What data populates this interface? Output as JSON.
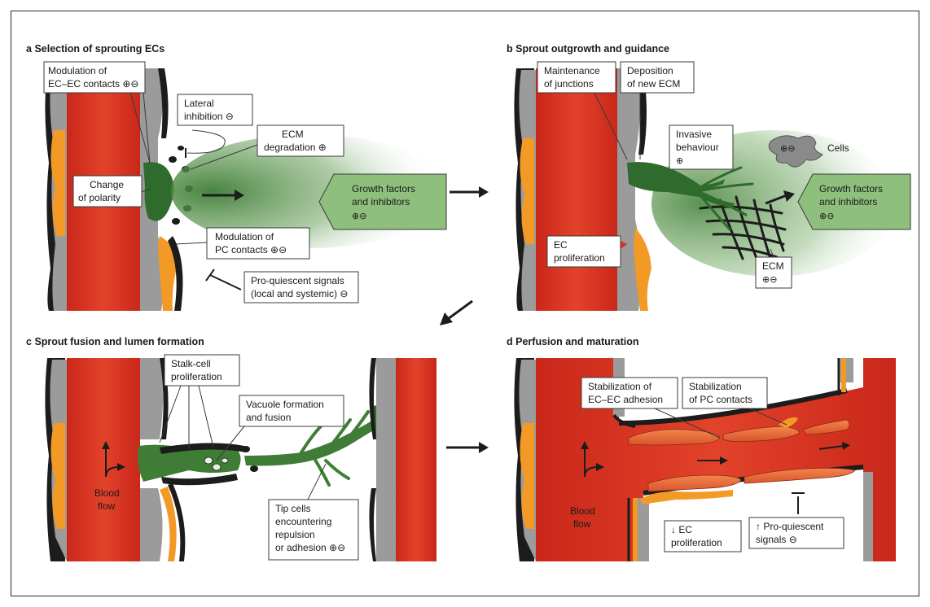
{
  "panels": {
    "a": {
      "letter": "a",
      "title": "Selection of sprouting ECs"
    },
    "b": {
      "letter": "b",
      "title": "Sprout outgrowth and guidance"
    },
    "c": {
      "letter": "c",
      "title": "Sprout fusion and lumen formation"
    },
    "d": {
      "letter": "d",
      "title": "Perfusion and maturation"
    }
  },
  "labels": {
    "a_ecec_1": "Modulation of",
    "a_ecec_2": "EC–EC contacts ⊕⊖",
    "a_lateral_1": "Lateral",
    "a_lateral_2": "inhibition ⊖",
    "a_ecm_1": "ECM",
    "a_ecm_2": "degradation ⊕",
    "a_polarity_1": "Change",
    "a_polarity_2": "of polarity",
    "a_growth_1": "Growth factors",
    "a_growth_2": "and inhibitors",
    "a_growth_3": "⊕⊖",
    "a_pc_1": "Modulation of",
    "a_pc_2": "PC contacts ⊕⊖",
    "a_proq_1": "Pro-quiescent signals",
    "a_proq_2": "(local and systemic) ⊖",
    "b_junc_1": "Maintenance",
    "b_junc_2": "of junctions",
    "b_ecm_1": "Deposition",
    "b_ecm_2": "of new ECM",
    "b_inv_1": "Invasive",
    "b_inv_2": "behaviour",
    "b_inv_3": "⊕",
    "b_cells_sym": "⊕⊖",
    "b_cells": "Cells",
    "b_growth_1": "Growth factors",
    "b_growth_2": "and inhibitors",
    "b_growth_3": "⊕⊖",
    "b_prolif_1": "EC",
    "b_prolif_2": "proliferation",
    "b_ecmlbl_1": "ECM",
    "b_ecmlbl_2": "⊕⊖",
    "c_stalk_1": "Stalk-cell",
    "c_stalk_2": "proliferation",
    "c_vac_1": "Vacuole formation",
    "c_vac_2": "and fusion",
    "c_blood_1": "Blood",
    "c_blood_2": "flow",
    "c_tip_1": "Tip cells",
    "c_tip_2": "encountering",
    "c_tip_3": "repulsion",
    "c_tip_4": "or adhesion ⊕⊖",
    "d_stab1_1": "Stabilization of",
    "d_stab1_2": "EC–EC adhesion",
    "d_stab2_1": "Stabilization",
    "d_stab2_2": "of PC contacts",
    "d_blood_1": "Blood",
    "d_blood_2": "flow",
    "d_prolif_1": "↓ EC",
    "d_prolif_2": "proliferation",
    "d_proq_1": "↑ Pro-quiescent",
    "d_proq_2": "signals ⊖"
  },
  "colors": {
    "vessel_red": "#d8311c",
    "pericyte_orange": "#f39a26",
    "endothelium_gray": "#9b9b9b",
    "tip_green": "#2f6b2c",
    "gradient_green": "#4f8f45",
    "border_black": "#1c1c1c"
  }
}
